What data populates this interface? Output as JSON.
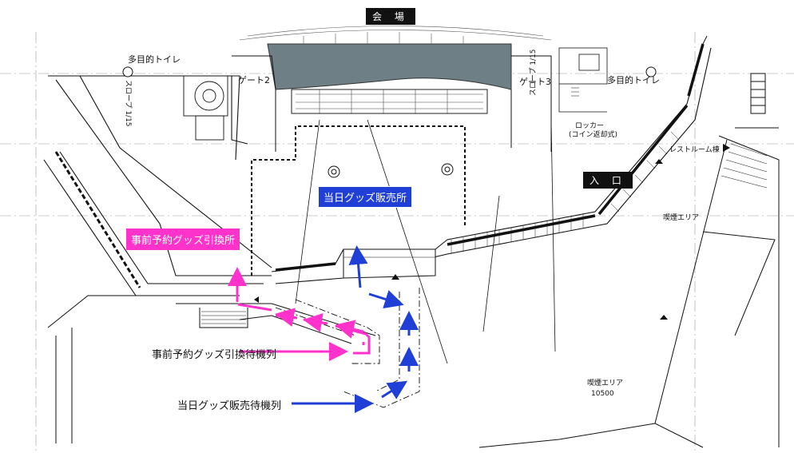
{
  "labels": {
    "venue": "会 場",
    "restroom_left": "多目的トイレ",
    "restroom_right": "多目的トイレ",
    "gate2": "ゲート2",
    "gate3": "ゲート3",
    "slope_left": "スロープ 1/15",
    "slope_right": "スロープ 1/15",
    "locker_line1": "ロッカー",
    "locker_line2": "(コイン返却式)",
    "restroom_building": "レストルーム棟",
    "entrance": "入 口",
    "smoking_area_1": "喫煙エリア",
    "smoking_area_2": "喫煙エリア",
    "dimension": "10500",
    "sameday_goods": "当日グッズ販売所",
    "preorder_exchange": "事前予約グッズ引換所",
    "preorder_queue": "事前予約グッズ引換待機列",
    "sameday_queue": "当日グッズ販売待機列"
  },
  "colors": {
    "pink": "#ff33cc",
    "blue": "#1f3fd6",
    "stage_gray": "#6f7f86",
    "line": "#111111"
  }
}
